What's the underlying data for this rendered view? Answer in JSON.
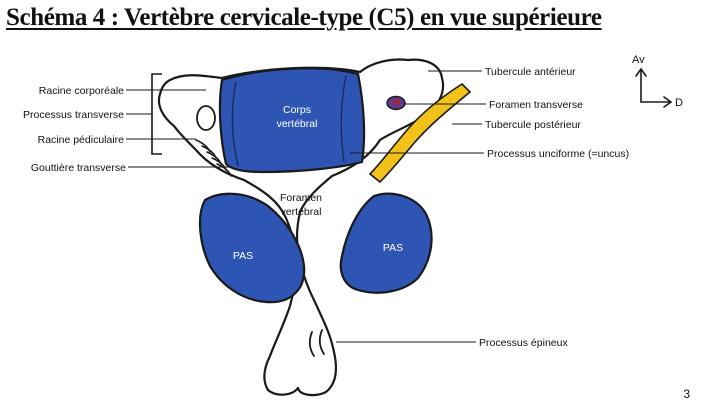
{
  "title": "Schéma 4 : Vertèbre cervicale-type (C5) en vue supérieure",
  "page_number": "3",
  "colors": {
    "body_blue": "#2f55b4",
    "outline": "#1a1a1a",
    "uncus_yellow": "#f2c21b",
    "foramen_fill": "#5a3a8a",
    "foramen_dot": "#b21e2e"
  },
  "compass": {
    "anterior": "Av",
    "right": "D"
  },
  "inner_labels": {
    "corps_line1": "Corps",
    "corps_line2": "vertébral",
    "foramen_line1": "Foramen",
    "foramen_line2": "vertébral",
    "pas_left": "PAS",
    "pas_right": "PAS"
  },
  "left_labels": [
    "Racine corporéale",
    "Processus transverse",
    "Racine pédiculaire",
    "Gouttière transverse"
  ],
  "right_labels": [
    "Tubercule antérieur",
    "Foramen transverse",
    "Tubercule postérieur",
    "Processus unciforme (=uncus)",
    "Processus épineux"
  ]
}
